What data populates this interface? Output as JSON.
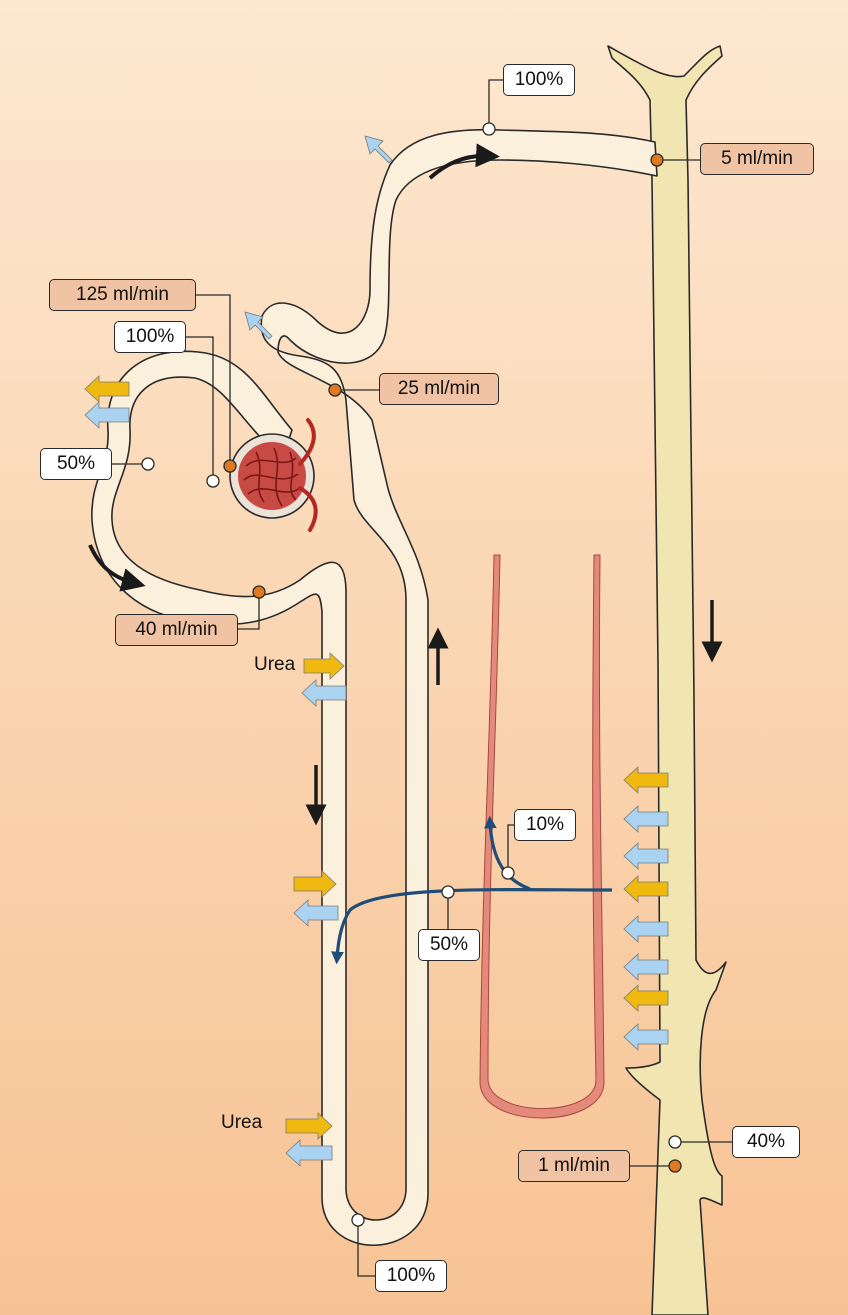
{
  "labels": {
    "top_pct": "100%",
    "collecting_rate_top": "5 ml/min",
    "glomerulus_rate": "125 ml/min",
    "glomerulus_pct": "100%",
    "distal_rate": "25 ml/min",
    "proximal_pct": "50%",
    "proximal_rate": "40 ml/min",
    "vasa_pct": "10%",
    "interstitium_pct": "50%",
    "collecting_pct_bottom": "40%",
    "collecting_rate_bottom": "1 ml/min",
    "loop_pct": "100%",
    "urea_upper": "Urea",
    "urea_lower": "Urea"
  },
  "colors": {
    "background_top": "#fde8d0",
    "background_bottom": "#f7c394",
    "tubule_fill": "#fbf0dc",
    "collecting_duct_fill": "#f1e6b2",
    "outline": "#2a2a2a",
    "vasa_recta": "#e48a7c",
    "urea_flow": "#1f4c78",
    "urea_arrow": "#f0b90f",
    "water_arrow": "#a9d3f0",
    "rate_marker": "#e07a22",
    "rate_label": "#f0c3a4"
  }
}
